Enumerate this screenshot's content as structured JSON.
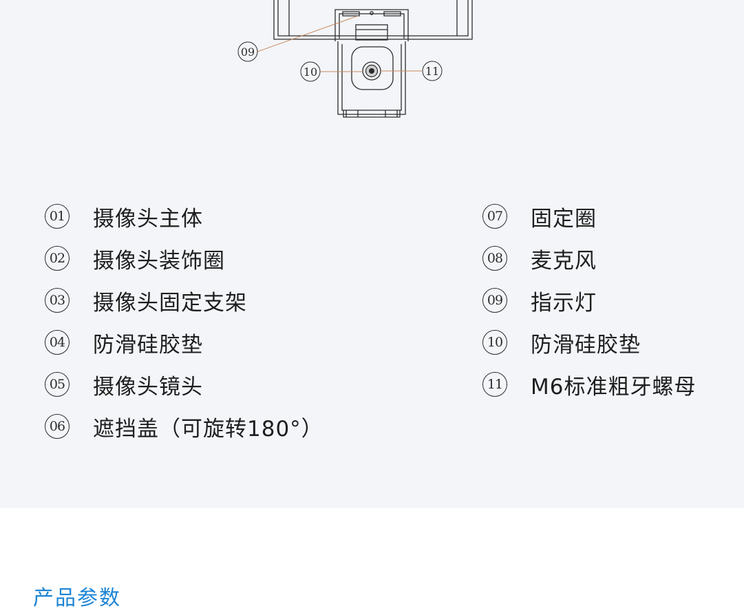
{
  "diagram": {
    "callouts": [
      "09",
      "10",
      "11"
    ]
  },
  "parts": {
    "left": [
      {
        "num": "01",
        "label": "摄像头主体"
      },
      {
        "num": "02",
        "label": "摄像头装饰圈"
      },
      {
        "num": "03",
        "label": "摄像头固定支架"
      },
      {
        "num": "04",
        "label": "防滑硅胶垫"
      },
      {
        "num": "05",
        "label": "摄像头镜头"
      },
      {
        "num": "06",
        "label": "遮挡盖（可旋转180°）"
      }
    ],
    "right": [
      {
        "num": "07",
        "label": "固定圈"
      },
      {
        "num": "08",
        "label": "麦克风"
      },
      {
        "num": "09",
        "label": "指示灯"
      },
      {
        "num": "10",
        "label": "防滑硅胶垫"
      },
      {
        "num": "11",
        "label": "M6标准粗牙螺母"
      }
    ]
  },
  "section": {
    "title": "产品参数"
  },
  "colors": {
    "panel_bg": "#f3f5f9",
    "section_title": "#1d84d4",
    "leader_line": "#c98a5e",
    "drawing_line": "#2b2b2b"
  }
}
